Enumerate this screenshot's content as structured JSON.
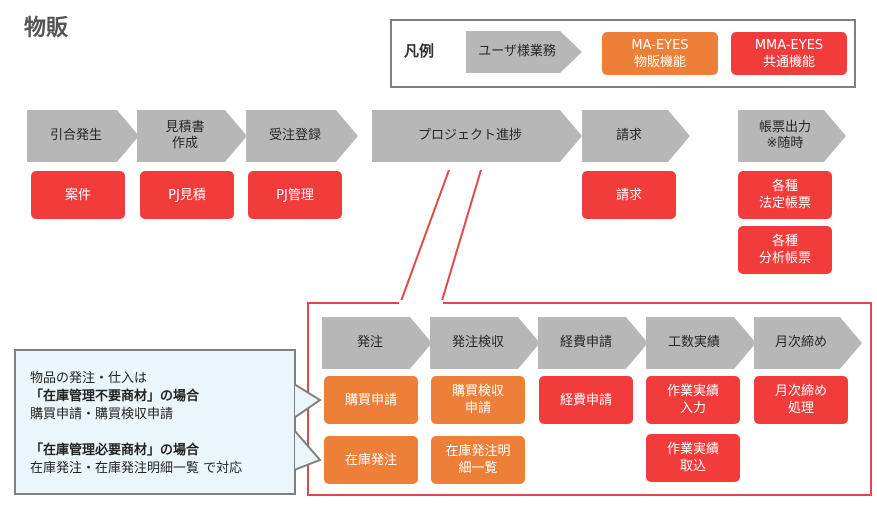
{
  "title": "物販",
  "legend": {
    "label": "凡例",
    "user_task": "ユーザ様業務",
    "ma_eyes_label": "MA-EYES\n物販機能",
    "mma_eyes_label": "MMA-EYES\n共通機能",
    "colors": {
      "user_task": "#b7b7b7",
      "ma_eyes": "#ee7f38",
      "mma_eyes": "#f23c3c"
    }
  },
  "top_flow": {
    "steps": [
      "引合発生",
      "見積書\n作成",
      "受注登録",
      "プロジェクト進捗",
      "請求",
      "帳票出力\n※随時"
    ],
    "functions": [
      "案件",
      "PJ見積",
      "PJ管理",
      "請求",
      "各種\n法定帳票",
      "各種\n分析帳票"
    ]
  },
  "sub_flow": {
    "steps": [
      "発注",
      "発注検収",
      "経費申請",
      "工数実績",
      "月次締め"
    ],
    "functions": [
      "購買申請",
      "在庫発注",
      "購買検収\n申請",
      "在庫発注明\n細一覧",
      "経費申請",
      "作業実績\n入力",
      "作業実績\n取込",
      "月次締め\n処理"
    ]
  },
  "callout": {
    "line1": "物品の発注・仕入は",
    "line2": "「在庫管理不要商材」の場合",
    "line3": "購買申請・購買検収申請",
    "line4": "「在庫管理必要商材」の場合",
    "line5": "在庫発注・在庫発注明細一覧 で対応"
  }
}
